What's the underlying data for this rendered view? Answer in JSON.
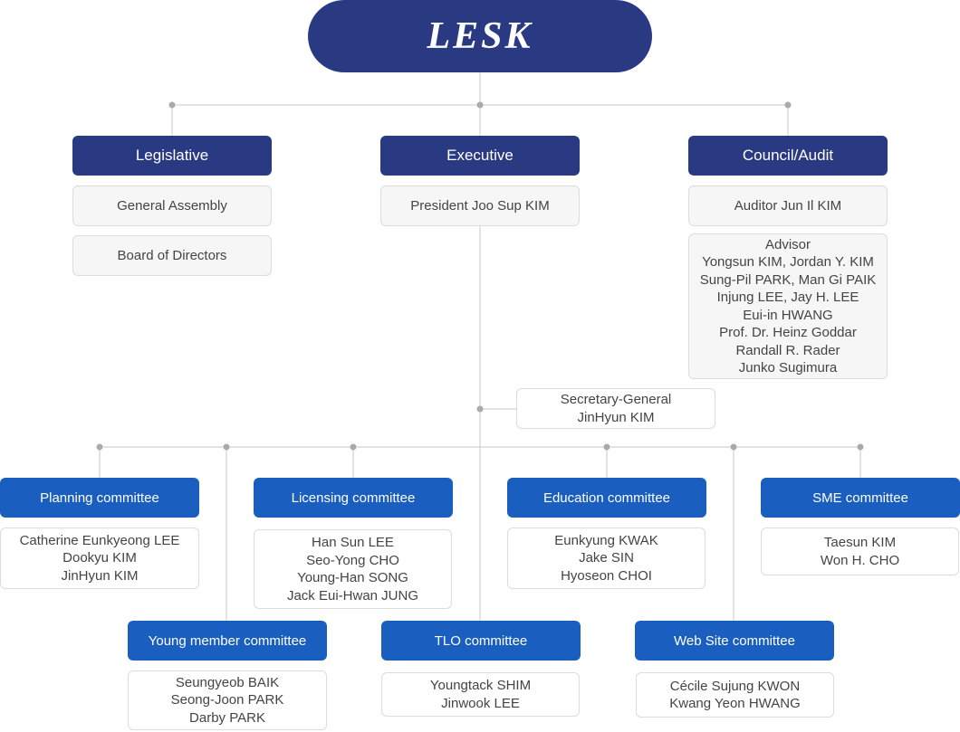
{
  "root": {
    "title": "LESK"
  },
  "branches": {
    "legislative": {
      "title": "Legislative",
      "items": [
        "General Assembly",
        "Board of Directors"
      ]
    },
    "executive": {
      "title": "Executive",
      "president": "President Joo Sup KIM"
    },
    "council": {
      "title": "Council/Audit",
      "auditor": "Auditor Jun Il KIM",
      "advisor_title": "Advisor",
      "advisors": [
        "Yongsun KIM, Jordan Y. KIM",
        "Sung-Pil PARK, Man Gi PAIK",
        "Injung LEE, Jay H. LEE",
        "Eui-in HWANG",
        "Prof. Dr. Heinz Goddar",
        "Randall R. Rader",
        "Junko Sugimura"
      ]
    }
  },
  "secretary": {
    "title": "Secretary-General",
    "name": "JinHyun KIM"
  },
  "committees": [
    {
      "name": "Planning committee",
      "members": [
        "Catherine Eunkyeong LEE",
        "Dookyu KIM",
        "JinHyun KIM"
      ]
    },
    {
      "name": "Licensing committee",
      "members": [
        "Han Sun LEE",
        "Seo-Yong CHO",
        "Young-Han SONG",
        "Jack Eui-Hwan JUNG"
      ]
    },
    {
      "name": "Education committee",
      "members": [
        "Eunkyung KWAK",
        "Jake SIN",
        "Hyoseon CHOI"
      ]
    },
    {
      "name": "SME committee",
      "members": [
        "Taesun KIM",
        "Won H. CHO"
      ]
    },
    {
      "name": "Young member committee",
      "members": [
        "Seungyeob BAIK",
        "Seong-Joon PARK",
        "Darby PARK"
      ]
    },
    {
      "name": "TLO committee",
      "members": [
        "Youngtack SHIM",
        "Jinwook LEE"
      ]
    },
    {
      "name": "Web Site committee",
      "members": [
        "Cécile Sujung KWON",
        "Kwang Yeon HWANG"
      ]
    }
  ],
  "colors": {
    "navy": "#2a3a82",
    "blue": "#1a5fc0",
    "line": "#c8c8c8",
    "dot": "#aaaaaa"
  }
}
